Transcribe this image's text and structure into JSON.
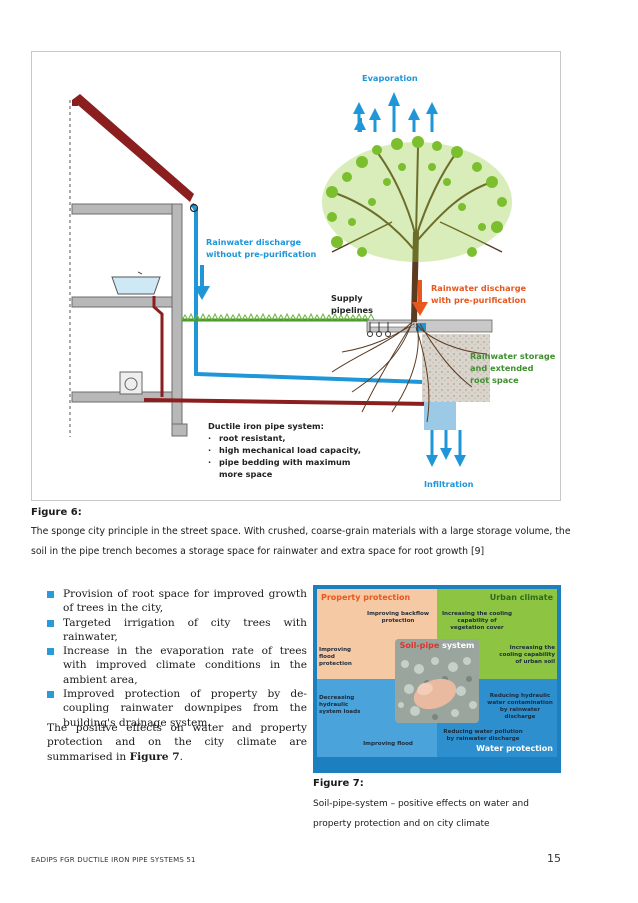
{
  "figure6": {
    "labels": {
      "evaporation": "Evaporation",
      "rain_without_1": "Rainwater discharge",
      "rain_without_2": "without pre-purification",
      "rain_with_1": "Rainwater discharge",
      "rain_with_2": "with pre-purification",
      "supply_1": "Supply",
      "supply_2": "pipelines",
      "storage_1": "Rainwater storage",
      "storage_2": "and extended",
      "storage_3": "root space",
      "ductile_title": "Ductile iron pipe system:",
      "ductile_items": [
        "root resistant,",
        "high mechanical load capacity,",
        "pipe bedding with maximum",
        "more space"
      ],
      "infiltration": "Infiltration"
    },
    "caption_label": "Figure 6:",
    "caption_text": "The sponge city principle in the street space. With crushed, coarse-grain materials with a large storage volume, the soil in the pipe trench becomes a storage space for rainwater and extra space for root growth [9]"
  },
  "bullets": [
    "Provision of root space for improved growth of trees in the city,",
    "Targeted irrigation of city trees with rainwater,",
    "Increase in the evaporation rate of trees with improved climate conditions in the ambient area,",
    "Improved protection of property by de-coupling rainwater downpipes from the building's drainage system."
  ],
  "paragraph": {
    "text_before": "The positive effects on water and property protection and on the city climate are summarised in ",
    "bold": "Figure 7",
    "text_after": "."
  },
  "figure7": {
    "property_protection": "Property protection",
    "urban_climate": "Urban climate",
    "water_protection": "Water protection",
    "center_title_red": "Soil-pipe",
    "center_title_rest": " system",
    "items": {
      "backflow": "Improving backflow protection",
      "flood_tl": "Improving flood protection",
      "cooling_veg": "Increasing the cooling capability of vegetation cover",
      "cooling_soil": "Increasing the cooling capability of urban soil",
      "hydraulic_loads": "Decreasing hydraulic system loads",
      "hydraulic_water": "Reducing hydraulic water contamination by rainwater discharge",
      "pollution": "Reducing water pollution by rainwater discharge",
      "flood_bl": "Improving flood"
    },
    "caption_label": "Figure 7:",
    "caption_text": "Soil-pipe-system – positive effects on water and property protection and on city climate",
    "colors": {
      "property": "#f6c9a5",
      "urban": "#8dc542",
      "water": "#1b7fc0"
    }
  },
  "footer": {
    "left": "EADIPS FGR DUCTILE IRON PIPE SYSTEMS 51",
    "page_number": "15"
  },
  "colors": {
    "blue": "#1e96d8",
    "orange": "#e8571e",
    "green": "#3f8f2e",
    "darkred": "#8b1e1e"
  }
}
